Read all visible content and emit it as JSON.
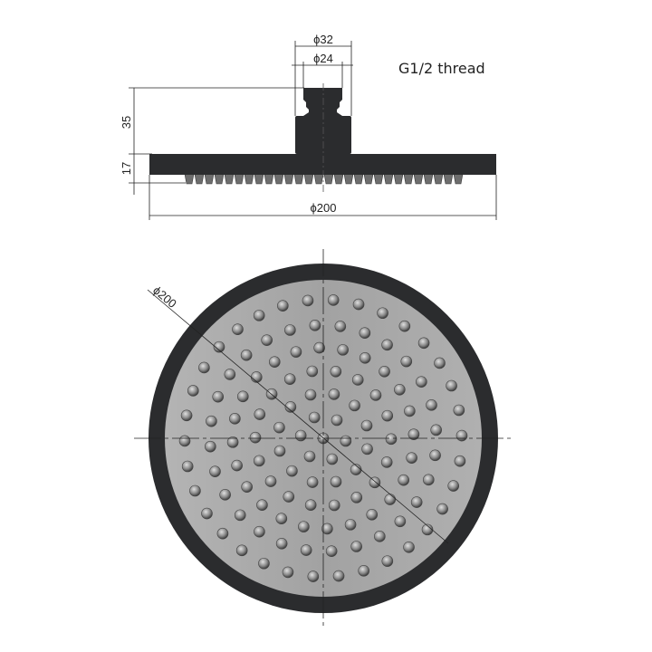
{
  "side_view": {
    "dia_outer_stem": "ϕ32",
    "dia_inner_stem": "ϕ24",
    "thread_note": "G1/2 thread",
    "height_stem": "35",
    "height_plate": "17",
    "dia_plate": "ϕ200"
  },
  "plan_view": {
    "dia_label": "ϕ200"
  },
  "colors": {
    "body": "#2b2c2e",
    "face": "#a9a9a9",
    "line": "#222222"
  }
}
